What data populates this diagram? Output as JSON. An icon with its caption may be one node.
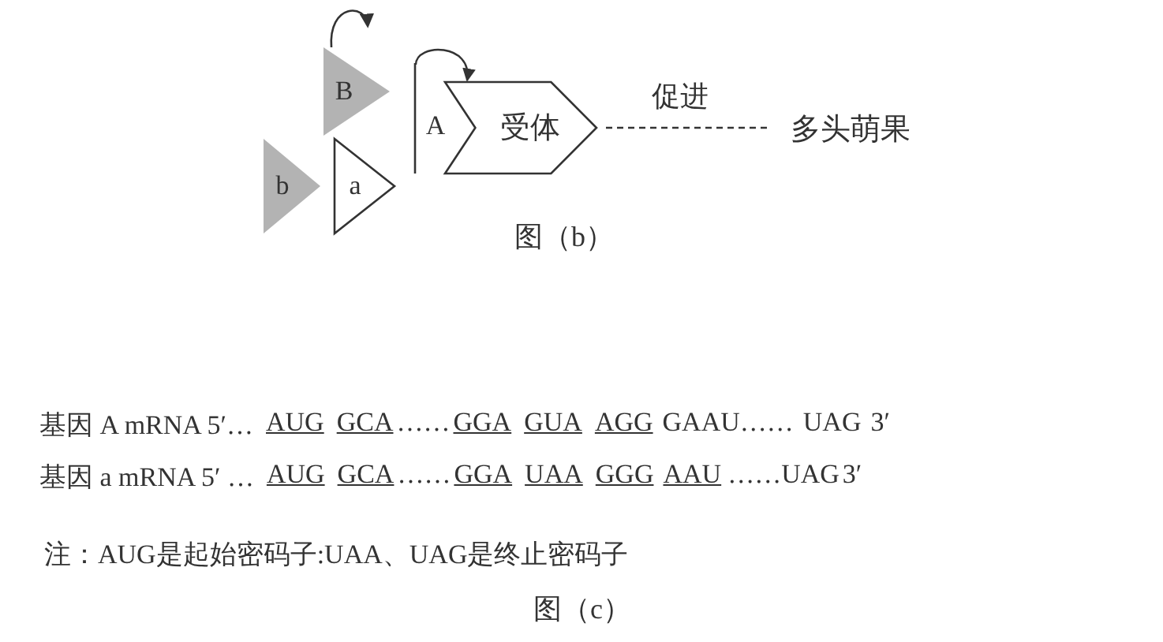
{
  "diagram": {
    "nodes": [
      {
        "text": [
          "B"
        ]
      },
      {
        "text": [
          "b"
        ]
      },
      {
        "text": [
          "a"
        ]
      },
      {
        "text": [
          "A"
        ]
      },
      {
        "text": [
          "受体"
        ]
      },
      {
        "text": [
          "多头萌果"
        ]
      }
    ],
    "edges": [
      {
        "from": 4,
        "to": 5,
        "arrow": "none",
        "style": "dashed",
        "label": "促进"
      },
      {
        "from": 3,
        "to": 4,
        "arrow": "to"
      }
    ],
    "labels": [
      "图（b）",
      "基因 A mRNA 5′…",
      "AUG",
      "GCA",
      "……",
      "GGA",
      "GUA",
      "AGG",
      "GAAU……",
      "UAG",
      "3′",
      "基因 a mRNA 5′ …",
      "AUG",
      "GCA",
      "……",
      "GGA",
      "UAA",
      "GGG",
      "AAU",
      "……UAG",
      "3′",
      "注：AUG是起始密码子:UAA、UAG是终止密码子",
      "图（c）"
    ]
  }
}
